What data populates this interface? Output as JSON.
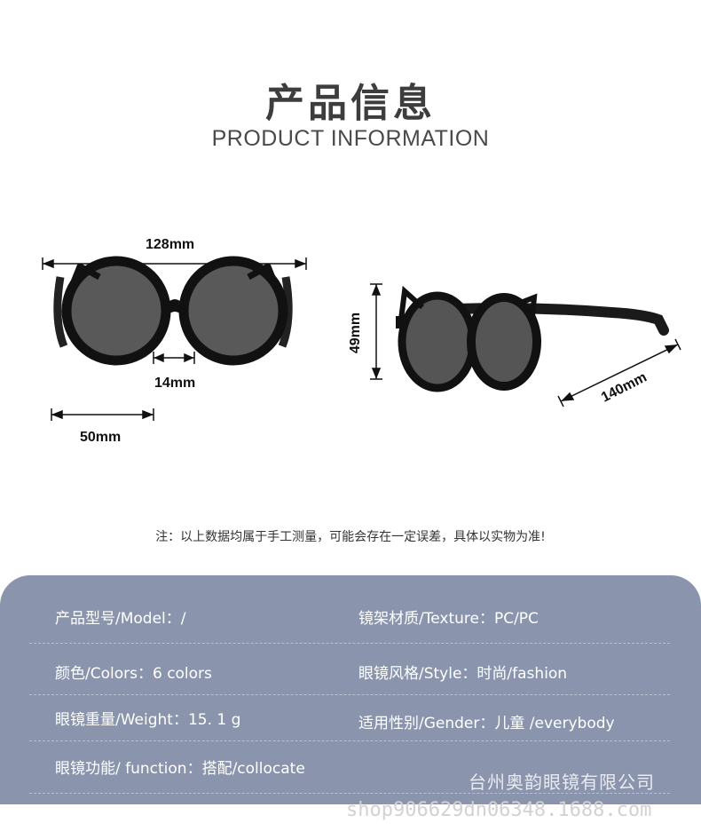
{
  "header": {
    "title_cn": "产品信息",
    "title_en": "PRODUCT INFORMATION"
  },
  "dimensions": {
    "total_width": "128mm",
    "bridge": "14mm",
    "lens_width": "50mm",
    "lens_height": "49mm",
    "temple_length": "140mm"
  },
  "note": "注：以上数据均属于手工测量，可能会存在一定误差，具体以实物为准!",
  "specs": {
    "model": "产品型号/Model：/",
    "texture": "镜架材质/Texture：PC/PC",
    "colors": "颜色/Colors：6 colors",
    "style": "眼镜风格/Style：时尚/fashion",
    "weight": "眼镜重量/Weight：15. 1 g",
    "gender": "适用性别/Gender：儿童   /everybody",
    "function": "眼镜功能/ function：搭配/collocate"
  },
  "company": "台州奥韵眼镜有限公司",
  "watermark": "shop906629dn06348.1688.com",
  "colors": {
    "panel": "#8a95ad",
    "frame": "#111111",
    "lens": "#555555"
  }
}
